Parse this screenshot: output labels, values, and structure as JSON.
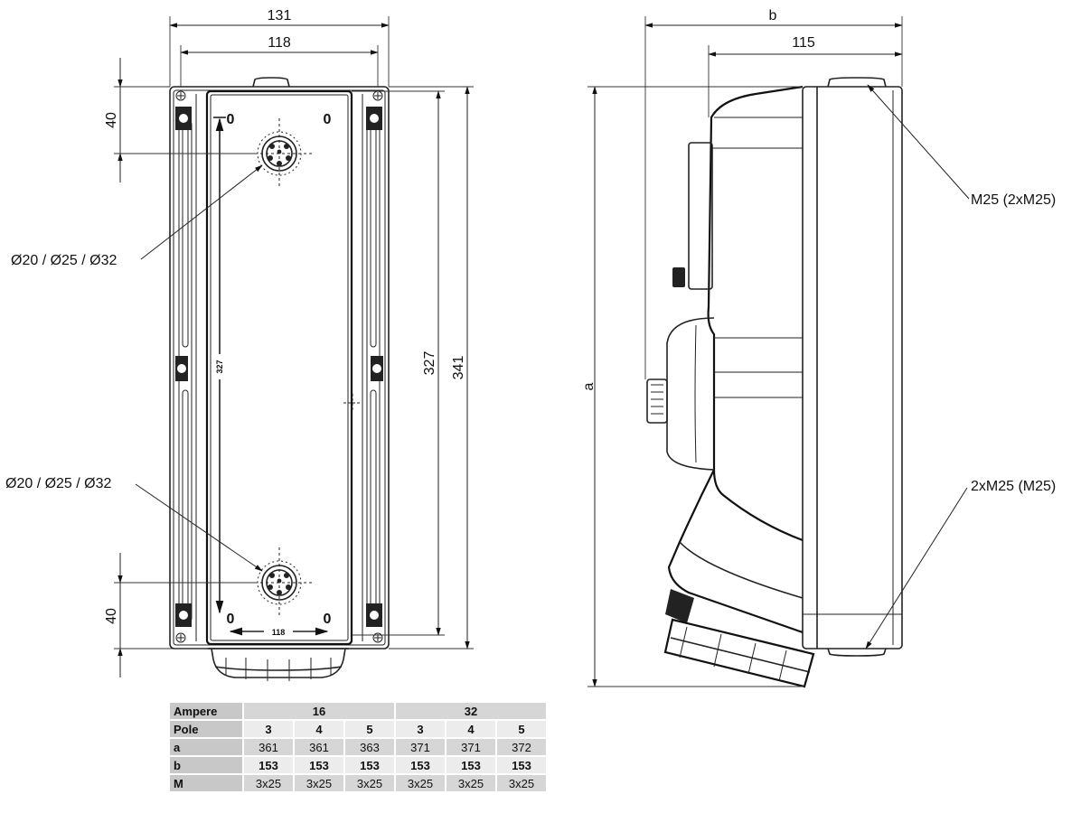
{
  "front_view": {
    "width_overall": "131",
    "width_inner": "118",
    "height_inner": "327",
    "height_overall": "341",
    "top_offset": "40",
    "bottom_offset": "40",
    "inner_height_marking": "327",
    "inner_width_marking": "118",
    "corner_marks": [
      "0",
      "0",
      "0",
      "0"
    ],
    "callout_top": "Ø20 / Ø25 / Ø32",
    "callout_bottom": "Ø20 / Ø25 / Ø32"
  },
  "side_view": {
    "depth_overall": "b",
    "depth_body": "115",
    "height_overall": "a",
    "callout_top": "M25 (2xM25)",
    "callout_bottom": "2xM25 (M25)"
  },
  "table": {
    "headers": [
      "Ampere",
      "Pole",
      "a",
      "b",
      "M"
    ],
    "ampere": [
      "16",
      "32"
    ],
    "pole": [
      "3",
      "4",
      "5",
      "3",
      "4",
      "5"
    ],
    "a": [
      "361",
      "361",
      "363",
      "371",
      "371",
      "372"
    ],
    "b": [
      "153",
      "153",
      "153",
      "153",
      "153",
      "153"
    ],
    "m": [
      "3x25",
      "3x25",
      "3x25",
      "3x25",
      "3x25",
      "3x25"
    ]
  }
}
